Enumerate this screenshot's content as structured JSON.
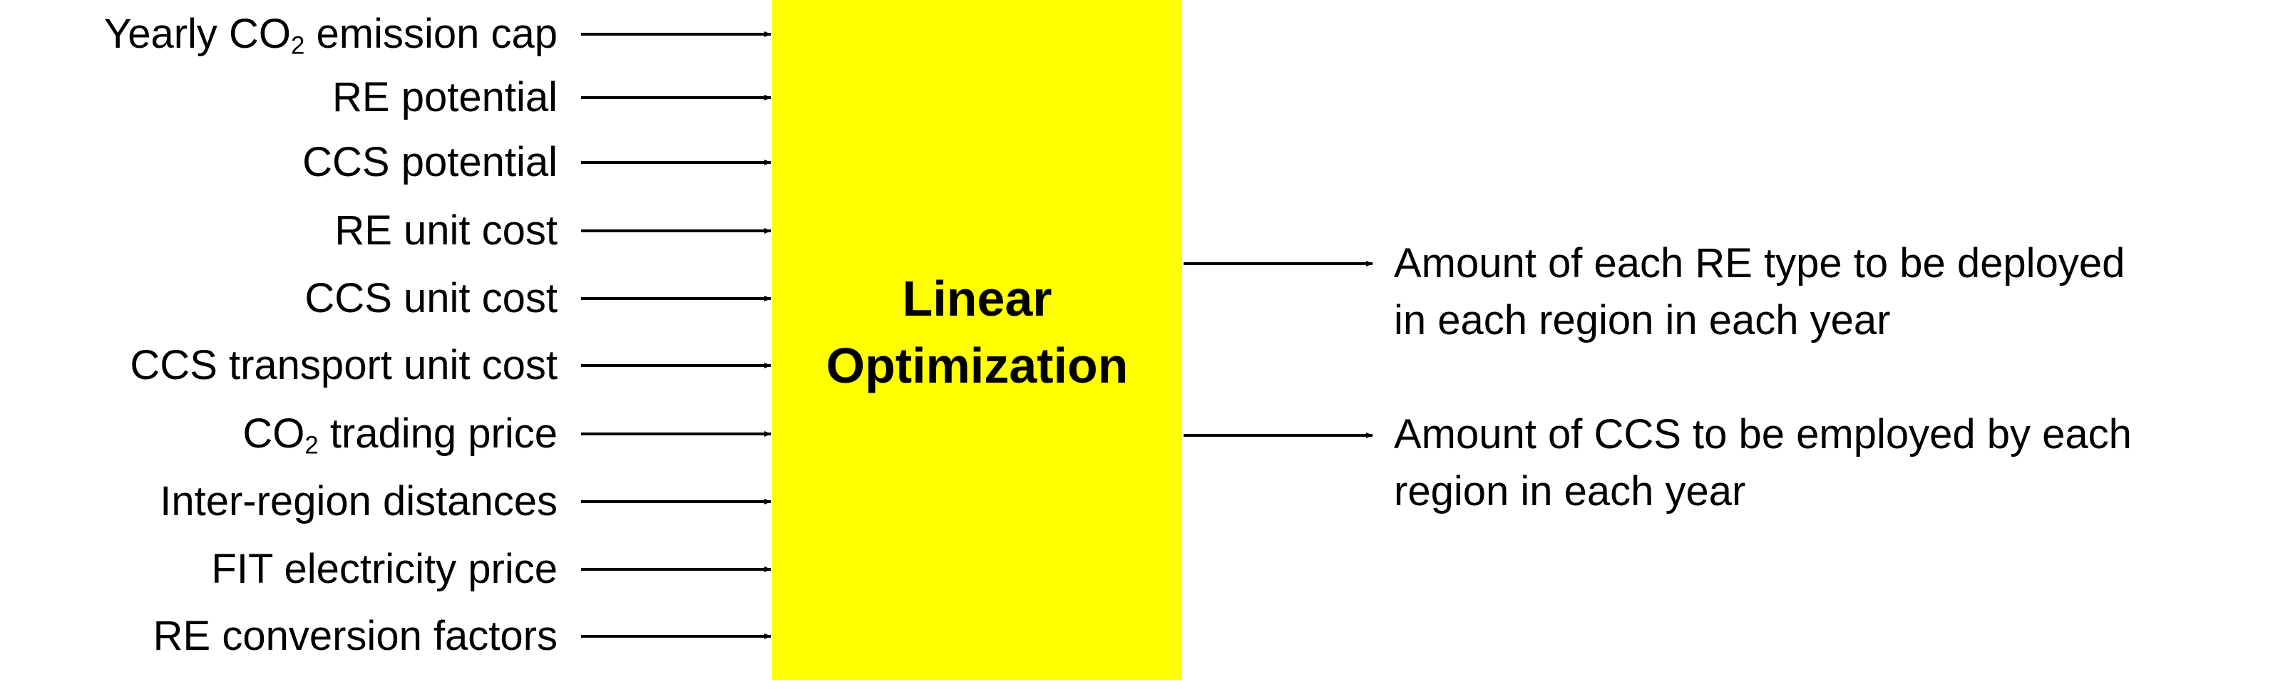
{
  "inputs": [
    {
      "pre": "Yearly CO",
      "sub": "2",
      "post": " emission cap"
    },
    {
      "pre": "RE potential",
      "sub": "",
      "post": ""
    },
    {
      "pre": "CCS potential",
      "sub": "",
      "post": ""
    },
    {
      "pre": "RE unit cost",
      "sub": "",
      "post": ""
    },
    {
      "pre": "CCS unit cost",
      "sub": "",
      "post": ""
    },
    {
      "pre": "CCS transport unit cost",
      "sub": "",
      "post": ""
    },
    {
      "pre": "CO",
      "sub": "2",
      "post": " trading price"
    },
    {
      "pre": "Inter-region distances",
      "sub": "",
      "post": ""
    },
    {
      "pre": "FIT electricity price",
      "sub": "",
      "post": ""
    },
    {
      "pre": "RE conversion factors",
      "sub": "",
      "post": ""
    }
  ],
  "process": {
    "line1": "Linear",
    "line2": "Optimization",
    "color": "#FFFF00"
  },
  "outputs": [
    {
      "line1": "Amount of each RE type to be deployed",
      "line2": "in each region in each year"
    },
    {
      "line1": "Amount of CCS to be employed by each",
      "line2": "region in each year"
    }
  ]
}
